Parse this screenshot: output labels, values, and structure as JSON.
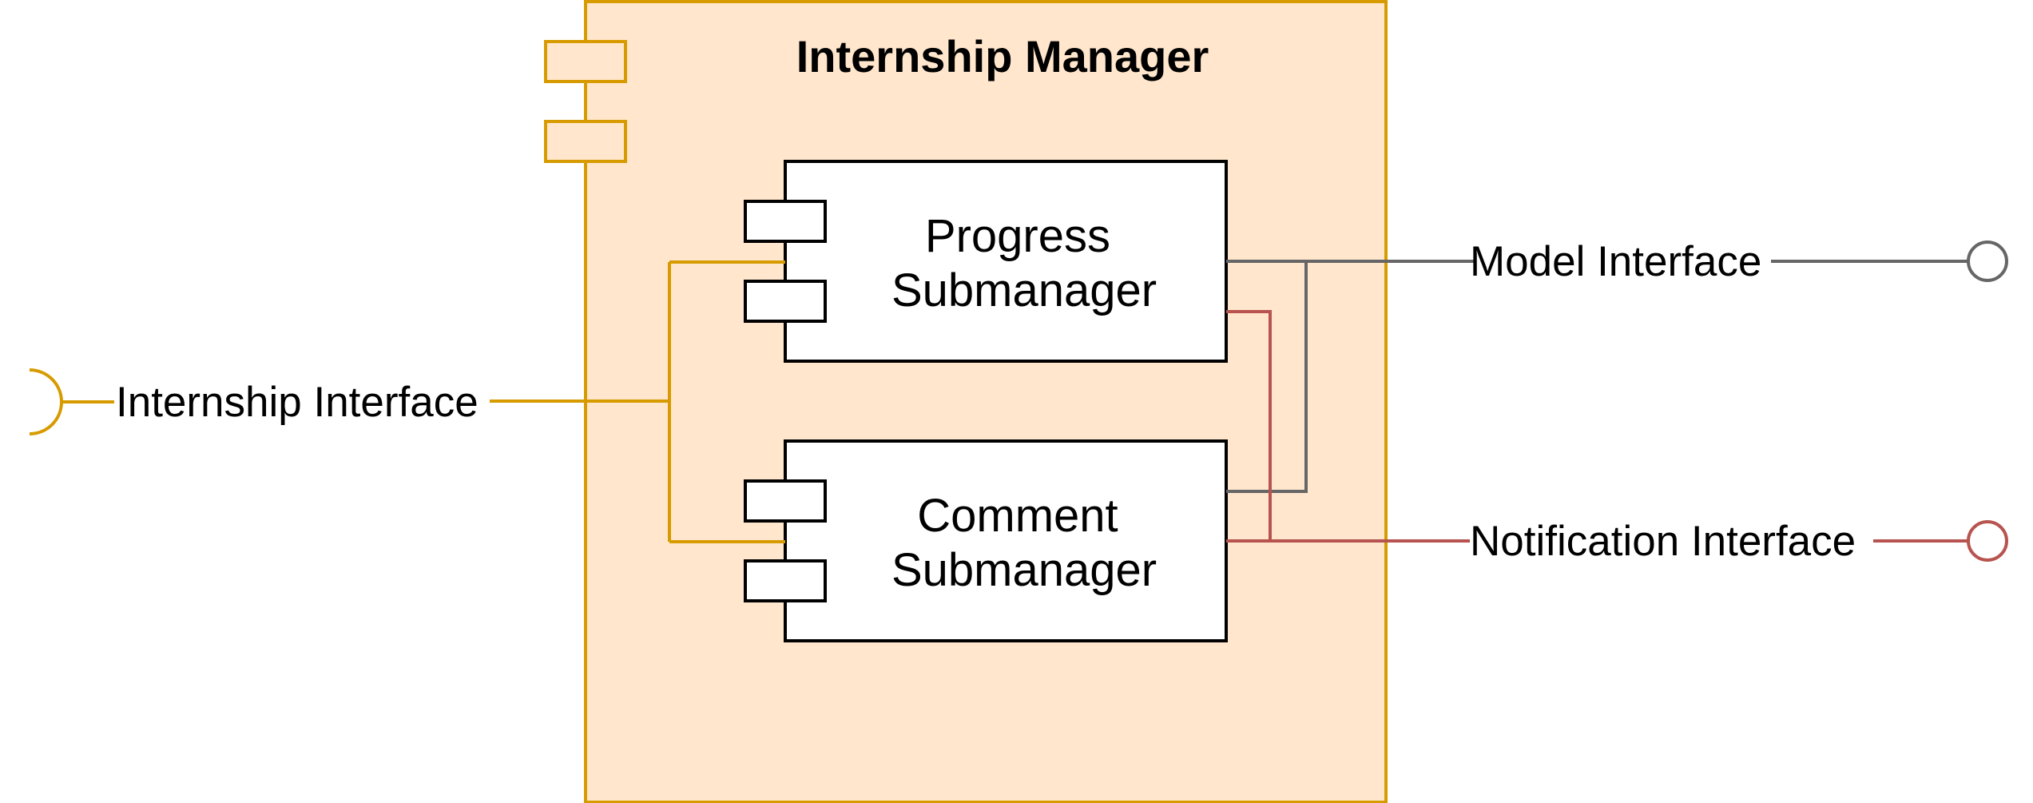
{
  "diagram": {
    "main_component": {
      "title": "Internship Manager"
    },
    "subcomponents": {
      "progress": {
        "line1": "Progress",
        "line2": "Submanager"
      },
      "comment": {
        "line1": "Comment",
        "line2": "Submanager"
      }
    },
    "interfaces": {
      "internship": {
        "label": "Internship Interface",
        "kind": "required",
        "color": "#D79B00"
      },
      "model": {
        "label": "Model Interface",
        "kind": "provided",
        "color": "#666666"
      },
      "notification": {
        "label": "Notification Interface",
        "kind": "provided",
        "color": "#B85450"
      }
    },
    "colors": {
      "main_fill": "#FFE6CC",
      "main_stroke": "#D79B00",
      "sub_fill": "#FFFFFF",
      "sub_stroke": "#000000"
    }
  }
}
